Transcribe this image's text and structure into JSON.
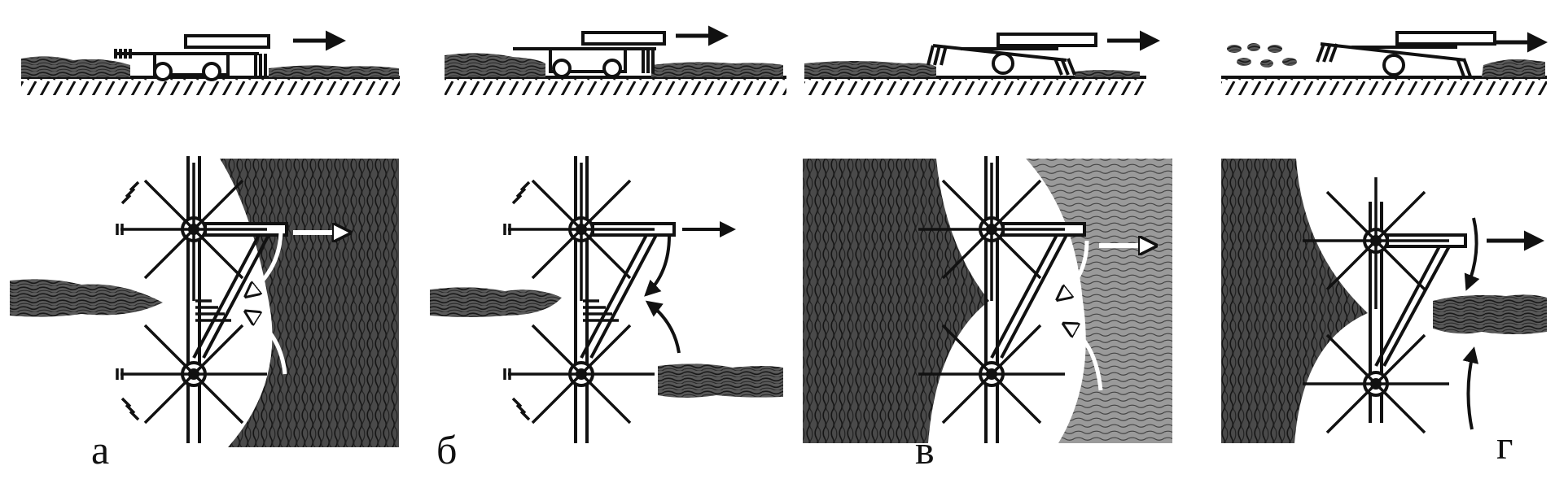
{
  "figure": {
    "panels": [
      {
        "id": "a",
        "label": "а",
        "mode": "windrow-left-both-sides"
      },
      {
        "id": "b",
        "label": "б",
        "mode": "windrow-side-swap"
      },
      {
        "id": "v",
        "label": "в",
        "mode": "raking-centre"
      },
      {
        "id": "g",
        "label": "г",
        "mode": "tedding-spread"
      }
    ],
    "colors": {
      "ink": "#111111",
      "hay": "#3a3a3a",
      "hay_light": "#8a8a8a",
      "background": "#ffffff"
    }
  }
}
